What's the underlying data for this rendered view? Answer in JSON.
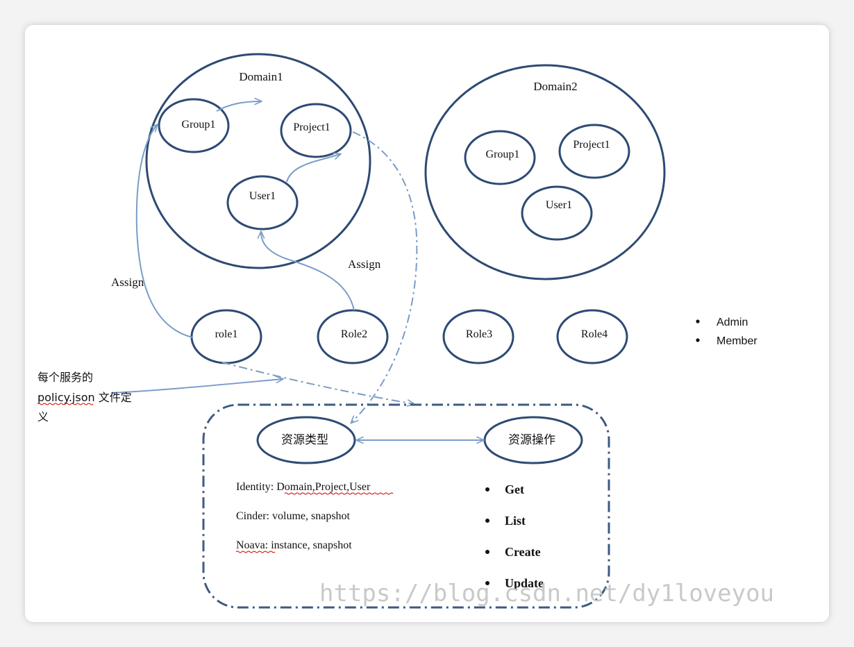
{
  "colors": {
    "circle_stroke": "#2d4a73",
    "arrow": "#7a9cc6",
    "dash_border": "#3d5a80",
    "watermark": "#c9c9c9",
    "spellcheck_underline": "#d40000"
  },
  "domain1": {
    "title": "Domain1",
    "group": "Group1",
    "project": "Project1",
    "user": "User1"
  },
  "domain2": {
    "title": "Domain2",
    "group": "Group1",
    "project": "Project1",
    "user": "User1"
  },
  "roles": {
    "role1": "role1",
    "role2": "Role2",
    "role3": "Role3",
    "role4": "Role4"
  },
  "assign_left": "Assign",
  "assign_right": "Assign",
  "role_types": [
    "Admin",
    "Member"
  ],
  "policy_note": {
    "line1": "每个服务的",
    "line2_code": "policy.json",
    "line2_rest": " 文件定",
    "line3": "义"
  },
  "resource": {
    "type_label": "资源类型",
    "action_label": "资源操作",
    "identity_prefix": "Identity: ",
    "identity_value": "Domain,Project,User",
    "cinder": "Cinder: volume, snapshot",
    "noava_word": "Noava",
    "noava_rest": ": instance, snapshot",
    "operations": [
      "Get",
      "List",
      "Create",
      "Update"
    ]
  },
  "watermark": "https://blog.csdn.net/dy1loveyou"
}
